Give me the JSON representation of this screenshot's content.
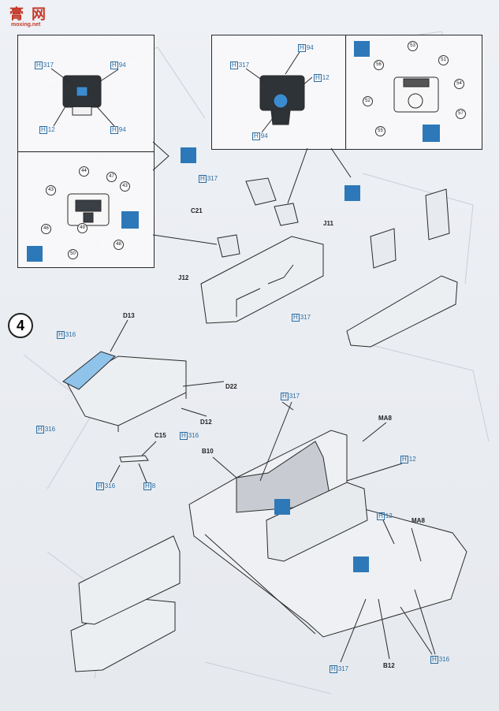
{
  "site_logo": {
    "main": "膏",
    "brand": "网",
    "sub": "moxing.net"
  },
  "step_number": "4",
  "paint": {
    "h317": "317",
    "h94": "94",
    "h12": "12",
    "h316": "316",
    "h8": "8",
    "prefix": "H"
  },
  "parts": {
    "c21": "C21",
    "j11": "J11",
    "j12": "J12",
    "d13": "D13",
    "d22": "D22",
    "d12": "D12",
    "c15": "C15",
    "b10": "B10",
    "ma8": "MA8",
    "ma8_b": "MA8",
    "b12": "B12"
  },
  "decals_left": [
    "44",
    "47",
    "43",
    "43",
    "46",
    "49",
    "50",
    "48"
  ],
  "decals_right": [
    "53",
    "56",
    "51",
    "54",
    "52",
    "57",
    "55"
  ],
  "colors": {
    "paint_blue": "#2c6ea3",
    "icon_blue": "#2d78b8",
    "logo_red": "#c43a2a",
    "line": "#2a2a2a"
  }
}
